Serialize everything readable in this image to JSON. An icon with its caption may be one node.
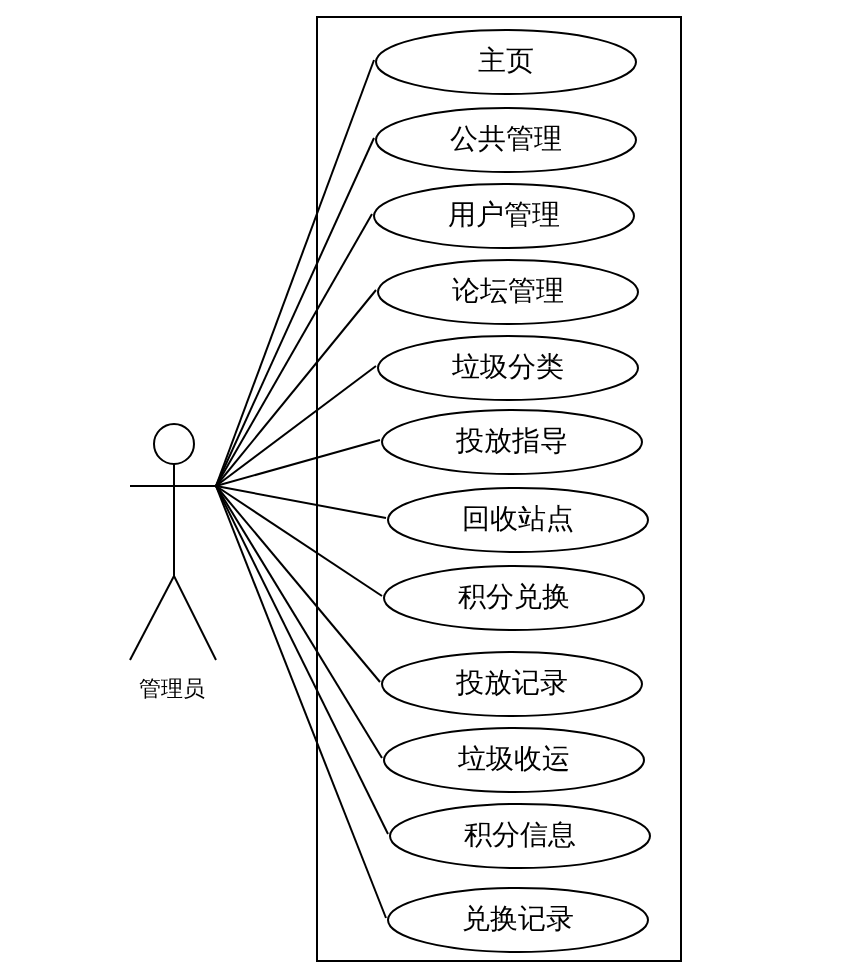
{
  "diagram": {
    "nodes": [
      {
        "text": [
          "管理员"
        ]
      },
      {
        "text": [],
        "shape": "box"
      },
      {
        "text": [
          "主页"
        ],
        "in": 1
      },
      {
        "text": [
          "公共管理"
        ],
        "in": 1
      },
      {
        "text": [
          "用户管理"
        ],
        "in": 1
      },
      {
        "text": [
          "论坛管理"
        ],
        "in": 1
      },
      {
        "text": [
          "垃圾分类"
        ],
        "in": 1
      },
      {
        "text": [
          "投放指导"
        ],
        "in": 1
      },
      {
        "text": [
          "回收站点"
        ],
        "in": 1
      },
      {
        "text": [
          "积分兑换"
        ],
        "in": 1
      },
      {
        "text": [
          "投放记录"
        ],
        "in": 1
      },
      {
        "text": [
          "垃圾收运"
        ],
        "in": 1
      },
      {
        "text": [
          "积分信息"
        ],
        "in": 1
      },
      {
        "text": [
          "兑换记录"
        ],
        "in": 1
      }
    ],
    "edges": [
      {
        "from": 0,
        "to": 2,
        "arrow": "none"
      },
      {
        "from": 0,
        "to": 3,
        "arrow": "none"
      },
      {
        "from": 0,
        "to": 4,
        "arrow": "none"
      },
      {
        "from": 0,
        "to": 5,
        "arrow": "none"
      },
      {
        "from": 0,
        "to": 6,
        "arrow": "none"
      },
      {
        "from": 0,
        "to": 7,
        "arrow": "none"
      },
      {
        "from": 0,
        "to": 8,
        "arrow": "none"
      },
      {
        "from": 0,
        "to": 9,
        "arrow": "none"
      },
      {
        "from": 0,
        "to": 10,
        "arrow": "none"
      },
      {
        "from": 0,
        "to": 11,
        "arrow": "none"
      },
      {
        "from": 0,
        "to": 12,
        "arrow": "none"
      },
      {
        "from": 0,
        "to": 13,
        "arrow": "none"
      }
    ]
  }
}
